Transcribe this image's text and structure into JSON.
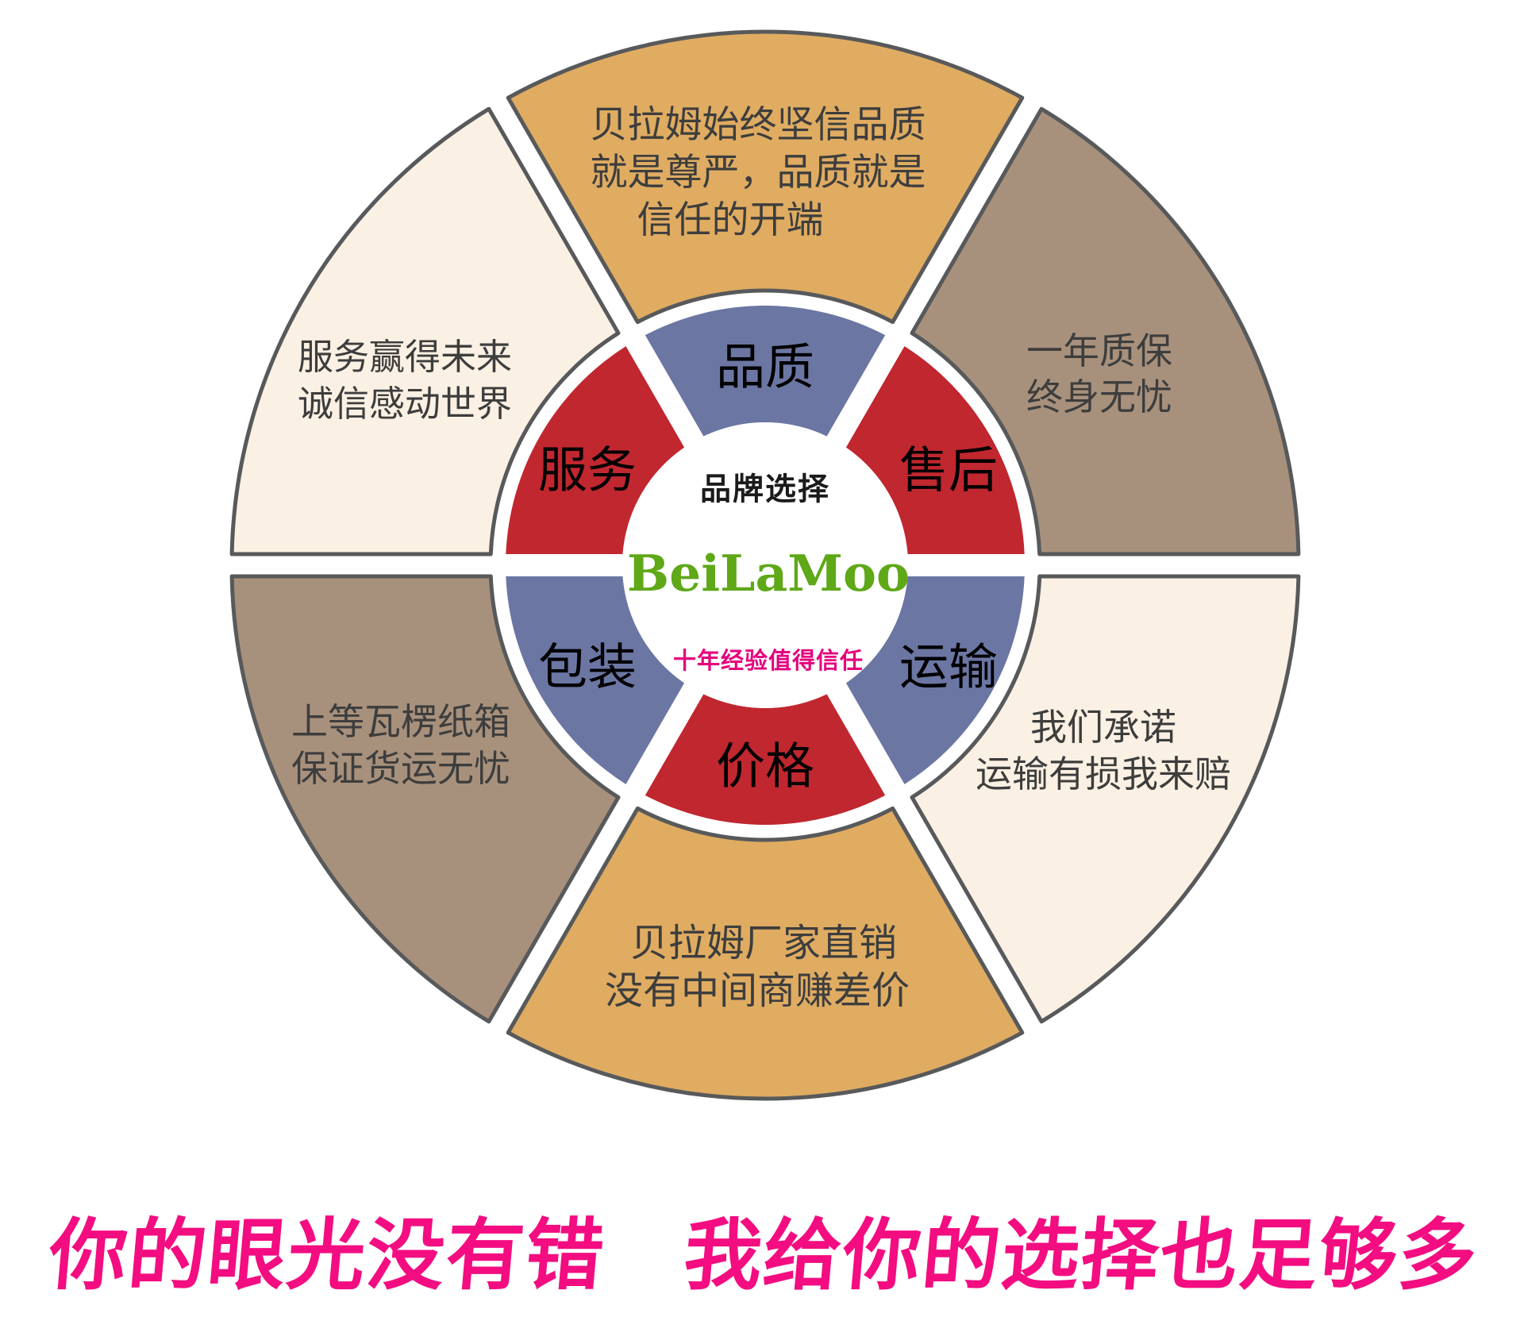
{
  "wheel": {
    "center_text": {
      "title": "品牌选择",
      "brand": "BeiLaMoo",
      "tagline": "十年经验值得信任"
    },
    "inner_segments": [
      {
        "id": "quality",
        "label": "品质",
        "color_key": "blue"
      },
      {
        "id": "after-sales",
        "label": "售后",
        "color_key": "red"
      },
      {
        "id": "transport",
        "label": "运输",
        "color_key": "blue"
      },
      {
        "id": "price",
        "label": "价格",
        "color_key": "red"
      },
      {
        "id": "packaging",
        "label": "包装",
        "color_key": "blue"
      },
      {
        "id": "service",
        "label": "服务",
        "color_key": "red"
      }
    ],
    "outer_segments": [
      {
        "id": "top",
        "color_key": "gold",
        "lines": [
          "贝拉姆始终坚信品质",
          "就是尊严，品质就是",
          "信任的开端"
        ]
      },
      {
        "id": "top-right",
        "color_key": "brown",
        "lines": [
          "一年质保",
          "终身无忧"
        ]
      },
      {
        "id": "bottom-right",
        "color_key": "cream",
        "lines": [
          "我们承诺",
          "运输有损我来赔"
        ]
      },
      {
        "id": "bottom",
        "color_key": "gold",
        "lines": [
          "贝拉姆厂家直销",
          "没有中间商赚差价"
        ]
      },
      {
        "id": "bottom-left",
        "color_key": "brown",
        "lines": [
          "上等瓦楞纸箱",
          "保证货运无忧"
        ]
      },
      {
        "id": "top-left",
        "color_key": "cream",
        "lines": [
          "服务赢得未来",
          "诚信感动世界"
        ]
      }
    ]
  },
  "headline": {
    "text": "你的眼光没有错　我给你的选择也足够多"
  },
  "colors": {
    "gold": "#DFAC62",
    "brown": "#A8917C",
    "cream": "#FAF0E3",
    "blue": "#6B76A3",
    "red": "#C0272F",
    "outline": "#58595B",
    "outer_text": "#3D3D3D",
    "inner_text": "#000000",
    "center_title": "#1B1B1B",
    "brand_green": "#5FA818",
    "tagline_magenta": "#E5007D",
    "headline_pink": "#F30D81",
    "background": "#FFFFFF"
  }
}
